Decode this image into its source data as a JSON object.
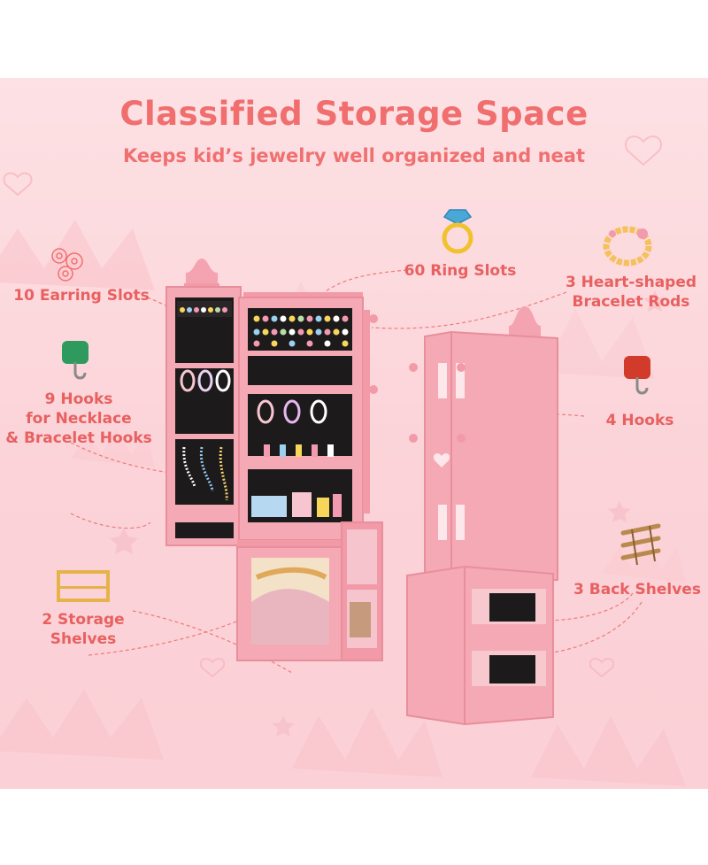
{
  "title": "Classified Storage Space",
  "subtitle": "Keeps kid’s jewelry well organized and neat",
  "features": {
    "earring": "10 Earring Slots",
    "ring": "60 Ring Slots",
    "bracelet_l1": "3 Heart-shaped",
    "bracelet_l2": "Bracelet Rods",
    "hooks9_l1": "9 Hooks",
    "hooks9_l2": "for Necklace",
    "hooks9_l3": "& Bracelet Hooks",
    "hooks4": "4 Hooks",
    "storage_l1": "2 Storage",
    "storage_l2": "Shelves",
    "back": "3 Back Shelves"
  },
  "colors": {
    "accent": "#f06e6e",
    "cabinet": "#f4a9b4",
    "background": "#fbd6db"
  },
  "icons": [
    "earring-icon",
    "ring-icon",
    "bracelet-icon",
    "hook-icon",
    "red-hook-icon",
    "shelf-icon",
    "back-shelves-icon"
  ]
}
